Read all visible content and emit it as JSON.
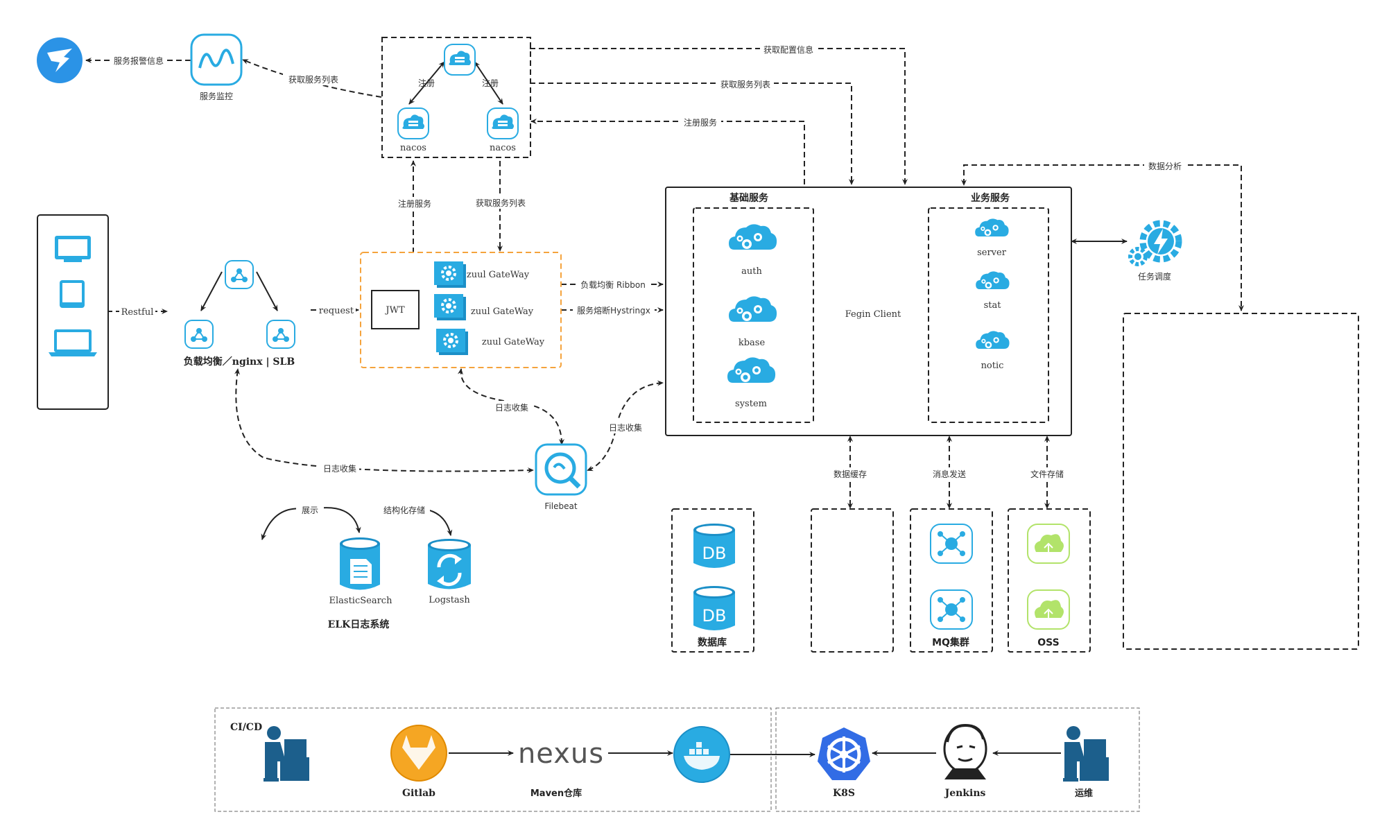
{
  "top": {
    "alert_label": "服务报警信息",
    "monitor_label": "服务监控",
    "get_services": "获取服务列表",
    "register_left": "注册",
    "register_right": "注册",
    "nacos1": "nacos",
    "nacos2": "nacos",
    "get_config": "获取配置信息",
    "get_services_right": "获取服务列表",
    "register_service_right": "注册服务",
    "data_analysis": "数据分析"
  },
  "client": {
    "restful": "Restful"
  },
  "lb": {
    "label": "负载均衡／nginx | SLB",
    "request": "request"
  },
  "gateway": {
    "register": "注册服务",
    "get_list": "获取服务列表",
    "jwt": "JWT",
    "gw1": "zuul GateWay",
    "gw2": "zuul GateWay",
    "gw3": "zuul GateWay",
    "ribbon": "负载均衡 Ribbon",
    "hystrix": "服务熔断Hystringx"
  },
  "services": {
    "base_title": "基础服务",
    "biz_title": "业务服务",
    "base_items": [
      "auth",
      "kbase",
      "system"
    ],
    "biz_items": [
      "server",
      "stat",
      "notic"
    ],
    "fegin": "Fegin Client"
  },
  "scheduler": {
    "label": "任务调度"
  },
  "logging": {
    "log1": "日志收集",
    "log2": "日志收集",
    "log3": "日志收集",
    "filebeat": "Filebeat"
  },
  "elk": {
    "show": "展示",
    "structured": "结构化存储",
    "es": "ElasticSearch",
    "logstash": "Logstash",
    "title": "ELK日志系统"
  },
  "storage": {
    "cache": "数据缓存",
    "message": "消息发送",
    "file": "文件存储",
    "db_icon": "DB",
    "db_label": "数据库",
    "mq_label": "MQ集群",
    "oss_label": "OSS"
  },
  "cicd": {
    "title": "CI/CD",
    "gitlab": "Gitlab",
    "nexus": "nexus",
    "maven": "Maven仓库",
    "k8s": "K8S",
    "jenkins": "Jenkins",
    "ops": "运维"
  },
  "colors": {
    "primary": "#29abe2",
    "accent": "#1ba1e2",
    "gateway_border": "#f5a33c",
    "oss": "#b2e36a",
    "k8s": "#326ce5",
    "gitlab": "#f5a623",
    "ops": "#1c5f8c"
  }
}
